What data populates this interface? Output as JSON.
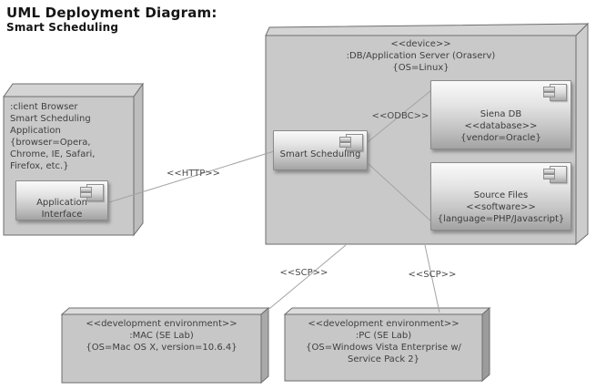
{
  "title": {
    "line1": "UML Deployment Diagram:",
    "line2": "Smart Scheduling"
  },
  "nodes": {
    "client": {
      "lines": [
        ":client Browser",
        "Smart Scheduling",
        "Application",
        "{browser=Opera,",
        "Chrome, IE, Safari,",
        "Firefox, etc.}"
      ],
      "component": {
        "line1": "Application",
        "line2": "Interface"
      }
    },
    "server": {
      "header": [
        "<<device>>",
        ":DB/Application Server (Oraserv)",
        "{OS=Linux}"
      ],
      "components": {
        "smart_scheduling": {
          "label": "Smart Scheduling"
        },
        "siena_db": {
          "lines": [
            "Siena DB",
            "<<database>>",
            "{vendor=Oracle}"
          ]
        },
        "source_files": {
          "lines": [
            "Source Files",
            "<<software>>",
            "{language=PHP/Javascript}"
          ]
        }
      }
    },
    "mac": {
      "lines": [
        "<<development environment>>",
        ":MAC (SE Lab)",
        "{OS=Mac OS X, version=10.6.4}"
      ]
    },
    "pc": {
      "lines": [
        "<<development environment>>",
        ":PC (SE Lab)",
        "{OS=Windows Vista Enterprise w/",
        "Service Pack 2}"
      ]
    }
  },
  "connections": {
    "http_label": "<<HTTP>>",
    "odbc_label": "<<ODBC>>",
    "scp_left_label": "<<SCP>>",
    "scp_right_label": "<<SCP>>"
  },
  "colors": {
    "node_front": "#c9c9c9",
    "node_top": "#d4d4d4",
    "node_border": "#6e6e6e",
    "connector_line": "#a3a3a3",
    "text": "#3f3f3f"
  }
}
